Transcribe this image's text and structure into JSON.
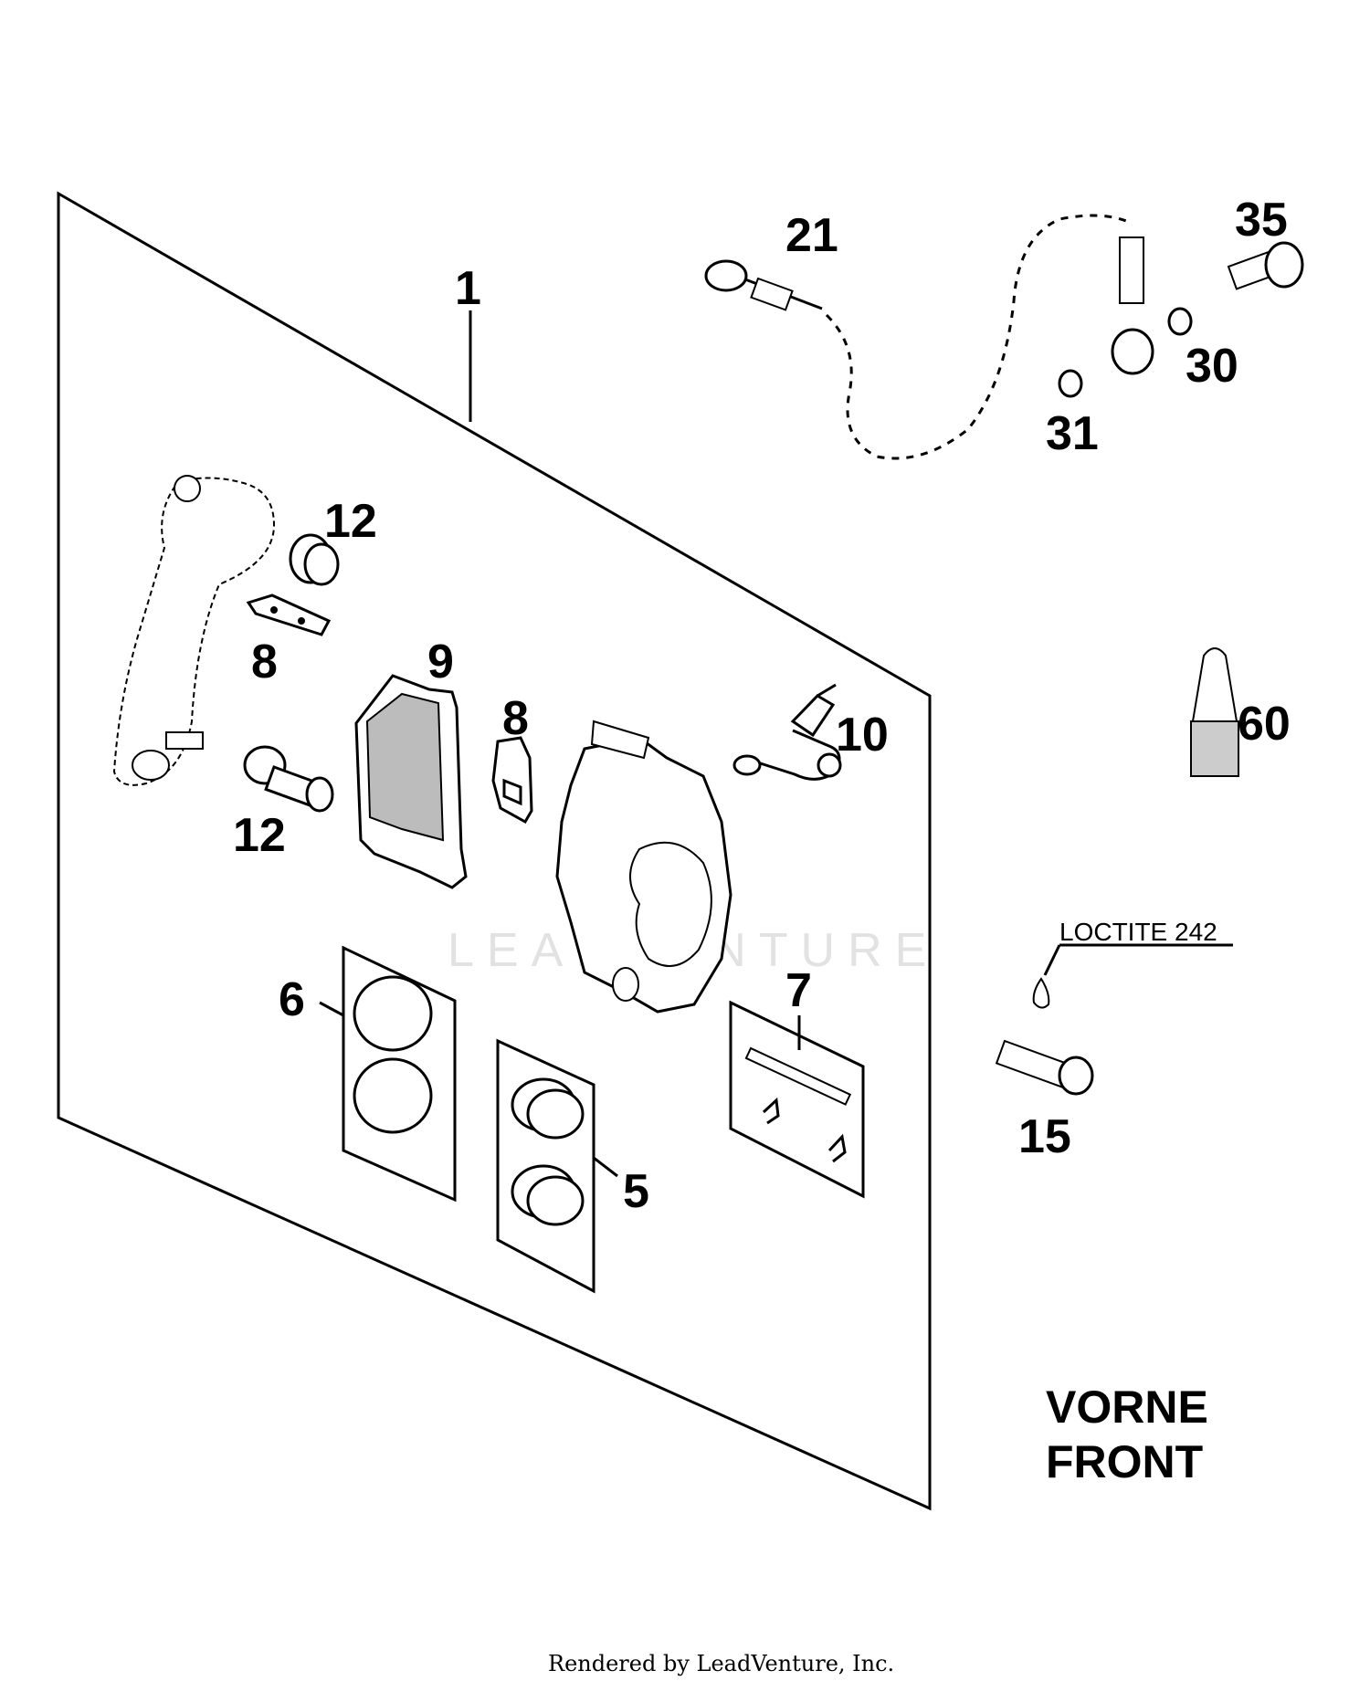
{
  "labels": {
    "l1": "1",
    "l5": "5",
    "l6": "6",
    "l7": "7",
    "l8a": "8",
    "l8b": "8",
    "l9": "9",
    "l10": "10",
    "l12a": "12",
    "l12b": "12",
    "l15": "15",
    "l21": "21",
    "l30": "30",
    "l31": "31",
    "l35": "35",
    "l60": "60"
  },
  "note": "LOCTITE 242",
  "orientation": {
    "line1": "VORNE",
    "line2": "FRONT"
  },
  "watermark": "LEADVENTURE",
  "footer": "Rendered by LeadVenture, Inc."
}
